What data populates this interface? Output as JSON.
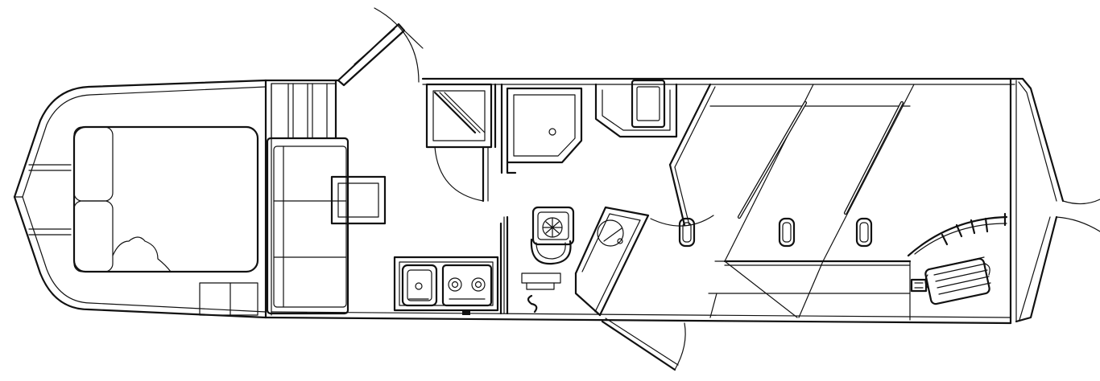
{
  "diagram": {
    "kind": "horse trailer living quarters floor plan",
    "colors": {
      "line": "#111111",
      "background": "#ffffff"
    },
    "parts": [
      "gooseneck-bedroom",
      "mattress",
      "sofa-dinette",
      "wardrobe-cabinets",
      "entry-door",
      "shower",
      "toilet",
      "kitchen-sink",
      "stove-cooktop",
      "refrigerator",
      "dresser",
      "tack-door",
      "horse-stalls",
      "stall-dividers",
      "stall-windows",
      "rear-tack-rack",
      "saddle-rack",
      "rear-ramp-gate"
    ]
  }
}
